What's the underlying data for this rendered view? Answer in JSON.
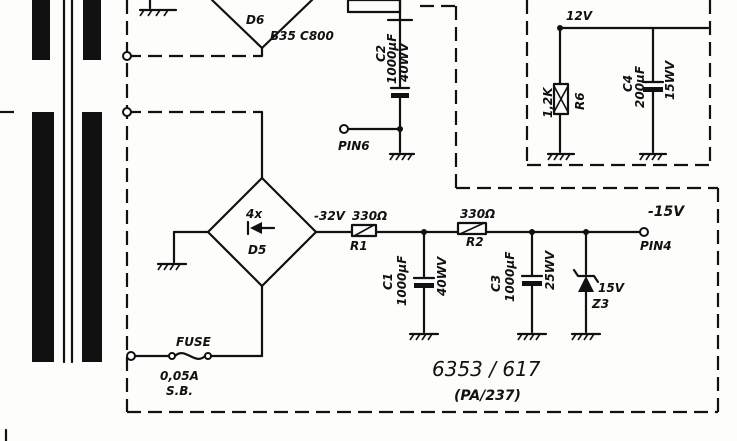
{
  "components": {
    "d6": {
      "ref": "D6",
      "part": "B35 C800"
    },
    "d5": {
      "ref": "D5",
      "count": "4x"
    },
    "r1": {
      "ref": "R1",
      "value": "330Ω"
    },
    "r2": {
      "ref": "R2",
      "value": "330Ω"
    },
    "r6": {
      "ref": "R6",
      "value": "1,2K"
    },
    "c1": {
      "ref": "C1",
      "value": "1000μF",
      "voltage": "40WV"
    },
    "c2": {
      "ref": "C2",
      "value": "1000μF",
      "voltage": "40WV"
    },
    "c3": {
      "ref": "C3",
      "value": "1000μF",
      "voltage": "25WV"
    },
    "c4": {
      "ref": "C4",
      "value": "200μF",
      "voltage": "15WV"
    },
    "z3": {
      "ref": "Z3",
      "value": "15V"
    },
    "fuse": {
      "ref": "FUSE",
      "value": "0,05A",
      "type": "S.B."
    }
  },
  "nets": {
    "v12": "12V",
    "v_rect": "-32V",
    "v_out": "-15V"
  },
  "pins": {
    "pin4": "PIN4",
    "pin6": "PIN6"
  },
  "drawing": {
    "number": "6353 / 617",
    "sub": "(PA/237)"
  }
}
